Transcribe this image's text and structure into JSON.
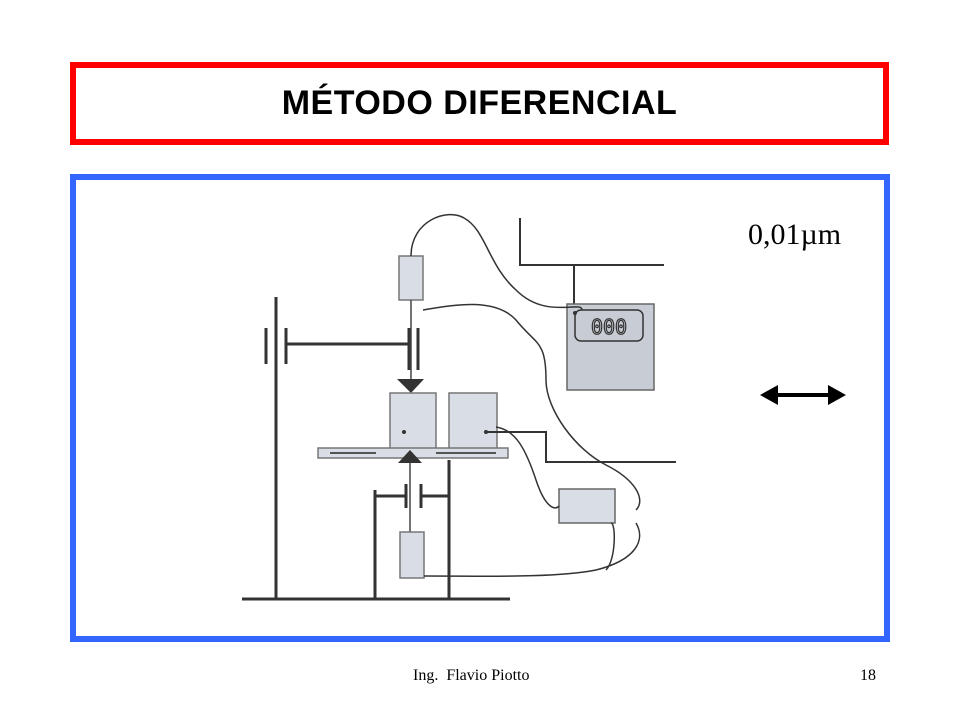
{
  "slide": {
    "title": "MÉTODO DIFERENCIAL",
    "resolution_label": "0,01µm",
    "display_reading": "000",
    "footer_author": "Ing.  Flavio Piotto",
    "page_number": "18"
  },
  "colors": {
    "title_border": "#ff0000",
    "diagram_border": "#3366ff",
    "device_fill": "#d8dde6",
    "display_fill": "#c8ccd4",
    "line": "#333333"
  },
  "icons": {
    "range_arrow": "double-headed-horizontal-arrow"
  }
}
